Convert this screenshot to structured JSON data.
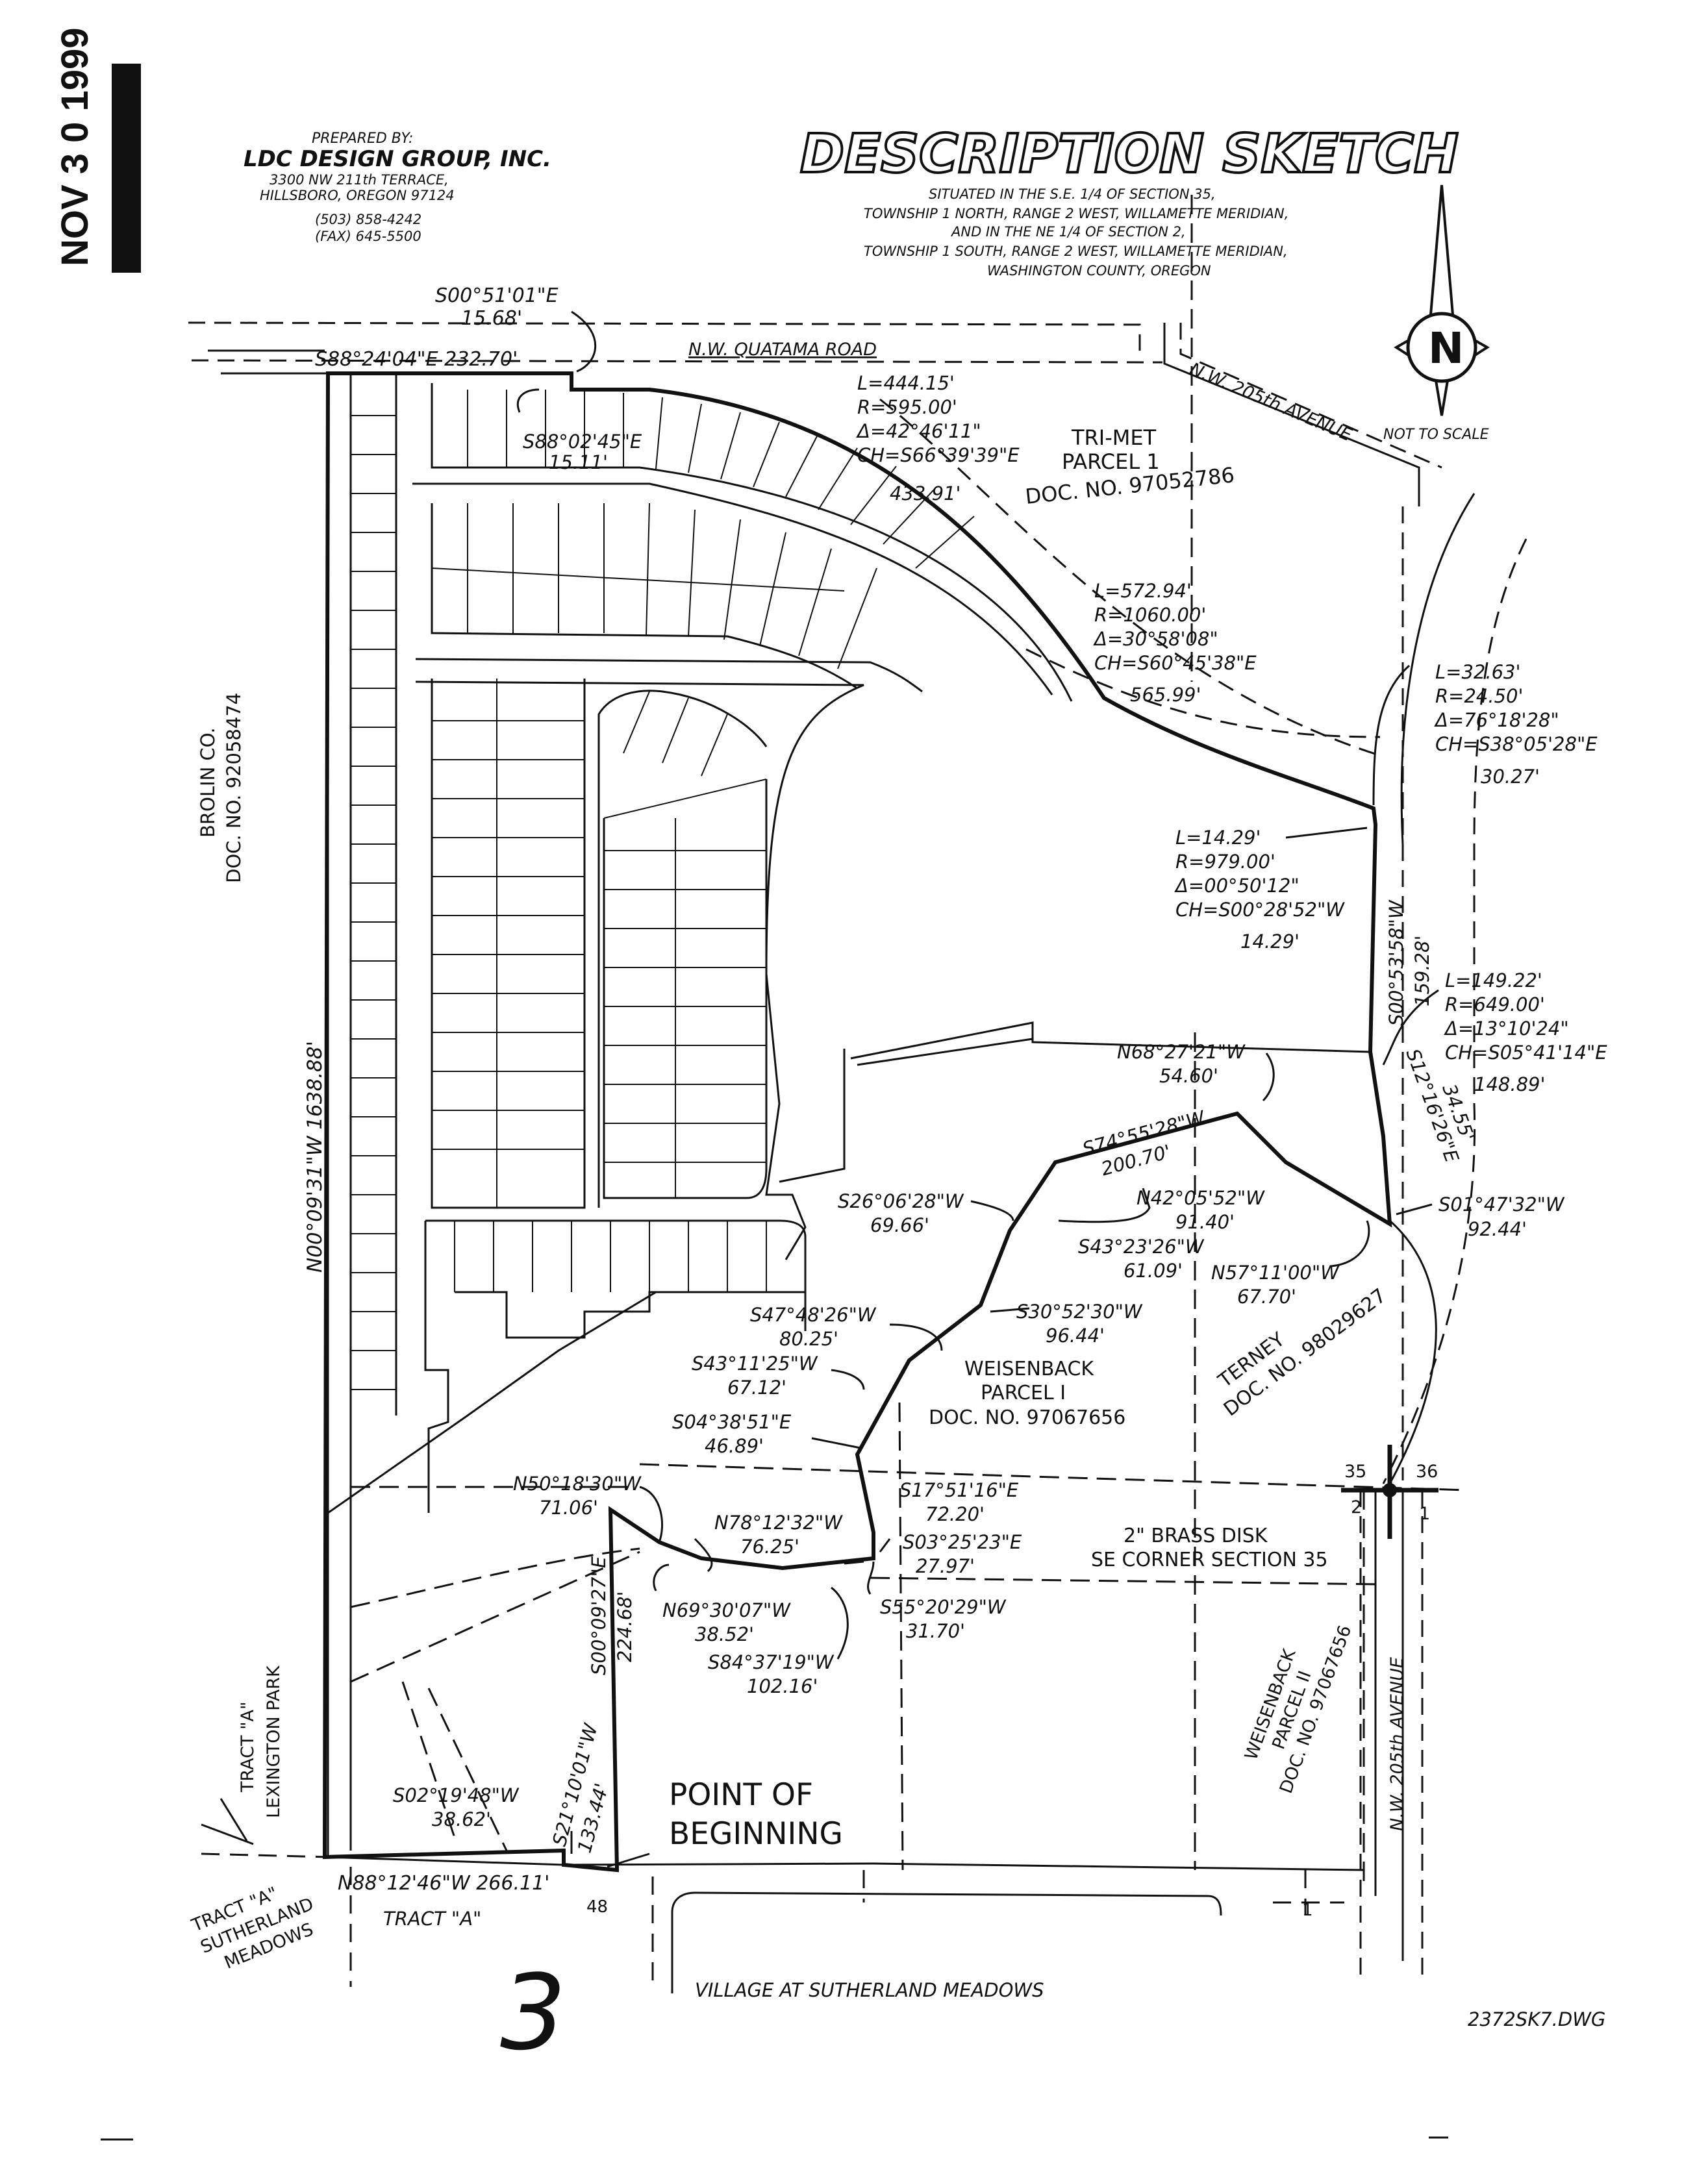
{
  "stamp_date": "NOV 3 0 1999",
  "preparer": {
    "label": "PREPARED BY:",
    "company": "LDC DESIGN GROUP, INC.",
    "address1": "3300 NW 211th TERRACE,",
    "address2": "HILLSBORO, OREGON  97124",
    "phone": "(503) 858-4242",
    "fax": "(FAX) 645-5500"
  },
  "title": "DESCRIPTION SKETCH",
  "situated": [
    "SITUATED IN THE S.E. 1/4 OF SECTION 35,",
    "TOWNSHIP 1 NORTH, RANGE 2 WEST, WILLAMETTE MERIDIAN,",
    "AND IN THE NE 1/4 OF SECTION 2,",
    "TOWNSHIP 1 SOUTH, RANGE 2 WEST, WILLAMETTE MERIDIAN,",
    "WASHINGTON COUNTY, OREGON"
  ],
  "north_letter": "N",
  "not_to_scale": "NOT TO SCALE",
  "roads": {
    "quatama": "N.W. QUATAMA ROAD",
    "ave_205_top": "N.W. 205th AVENUE",
    "ave_205_side": "N.W. 205th AVENUE"
  },
  "parcels": {
    "trimet": [
      "TRI-MET",
      "PARCEL 1",
      "DOC. NO. 97052786"
    ],
    "brolin": [
      "BROLIN CO.",
      "DOC. NO. 92058474"
    ],
    "weisenback1": [
      "WEISENBACK",
      "PARCEL I",
      "DOC. NO. 97067656"
    ],
    "terney": [
      "TERNEY",
      "DOC. NO. 98029627"
    ],
    "weisenback2": [
      "WEISENBACK",
      "PARCEL II",
      "DOC. NO. 97067656"
    ],
    "tract_a_lex": [
      "TRACT \"A\"",
      "LEXINGTON PARK"
    ],
    "tract_a_suth": [
      "TRACT \"A\"",
      "SUTHERLAND",
      "MEADOWS"
    ],
    "tract_a": "TRACT \"A\"",
    "lot48": "48",
    "lot1": "1",
    "village": "VILLAGE AT SUTHERLAND MEADOWS"
  },
  "section": {
    "n35": "35",
    "n36": "36",
    "n2": "2",
    "n1": "1",
    "disk1": "2\" BRASS DISK",
    "disk2": "SE CORNER SECTION 35"
  },
  "pob": [
    "POINT OF",
    "BEGINNING"
  ],
  "handwritten": "3",
  "drawing_no": "2372SK7.DWG",
  "calls": {
    "c_s005101": [
      "S00°51'01\"E",
      "15.68'"
    ],
    "c_s882404": [
      "S88°24'04\"E   232.70'"
    ],
    "c_s880245": [
      "S88°02'45\"E",
      "15.11'"
    ],
    "curve1": [
      "L=444.15'",
      "R=595.00'",
      "Δ=42°46'11\"",
      "CH=S66°39'39\"E",
      "433.91'"
    ],
    "curve2": [
      "L=572.94'",
      "R=1060.00'",
      "Δ=30°58'08\"",
      "CH=S60°45'38\"E",
      "565.99'"
    ],
    "curve3": [
      "L=32.63'",
      "R=24.50'",
      "Δ=76°18'28\"",
      "CH=S38°05'28\"E",
      "30.27'"
    ],
    "curve4": [
      "L=14.29'",
      "R=979.00'",
      "Δ=00°50'12\"",
      "CH=S00°28'52\"W",
      "14.29'"
    ],
    "c_s005358": [
      "S00°53'58\"W",
      "159.28'"
    ],
    "curve5": [
      "L=149.22'",
      "R=649.00'",
      "Δ=13°10'24\"",
      "CH=S05°41'14\"E",
      "148.89'"
    ],
    "c_n682721": [
      "N68°27'21\"W",
      "54.60'"
    ],
    "c_s121626": [
      "S12°16'26\"E",
      "34.55'"
    ],
    "c_s745528": [
      "S74°55'28\"W",
      "200.70'"
    ],
    "c_n420552": [
      "N42°05'52\"W",
      "91.40'"
    ],
    "c_s014732": [
      "S01°47'32\"W",
      "92.44'"
    ],
    "c_s260628": [
      "S26°06'28\"W",
      "69.66'"
    ],
    "c_s432326": [
      "S43°23'26\"W",
      "61.09'"
    ],
    "c_n571100": [
      "N57°11'00\"W",
      "67.70'"
    ],
    "c_s305230": [
      "S30°52'30\"W",
      "96.44'"
    ],
    "c_s474826": [
      "S47°48'26\"W",
      "80.25'"
    ],
    "c_s431125": [
      "S43°11'25\"W",
      "67.12'"
    ],
    "c_s043851": [
      "S04°38'51\"E",
      "46.89'"
    ],
    "c_s175116": [
      "S17°51'16\"E",
      "72.20'"
    ],
    "c_n501830": [
      "N50°18'30\"W",
      "71.06'"
    ],
    "c_n781232": [
      "N78°12'32\"W",
      "76.25'"
    ],
    "c_s032523": [
      "S03°25'23\"E",
      "27.97'"
    ],
    "c_n693007": [
      "N69°30'07\"W",
      "38.52'"
    ],
    "c_s552029": [
      "S55°20'29\"W",
      "31.70'"
    ],
    "c_s843719": [
      "S84°37'19\"W",
      "102.16'"
    ],
    "c_s000927": [
      "S00°09'27\"E",
      "224.68'"
    ],
    "c_n000931": [
      "N00°09'31\"W   1638.88'"
    ],
    "c_s021948": [
      "S02°19'48\"W",
      "38.62'"
    ],
    "c_s211001": [
      "S21°10'01\"W",
      "133.44'"
    ],
    "c_n881246": [
      "N88°12'46\"W   266.11'"
    ]
  }
}
